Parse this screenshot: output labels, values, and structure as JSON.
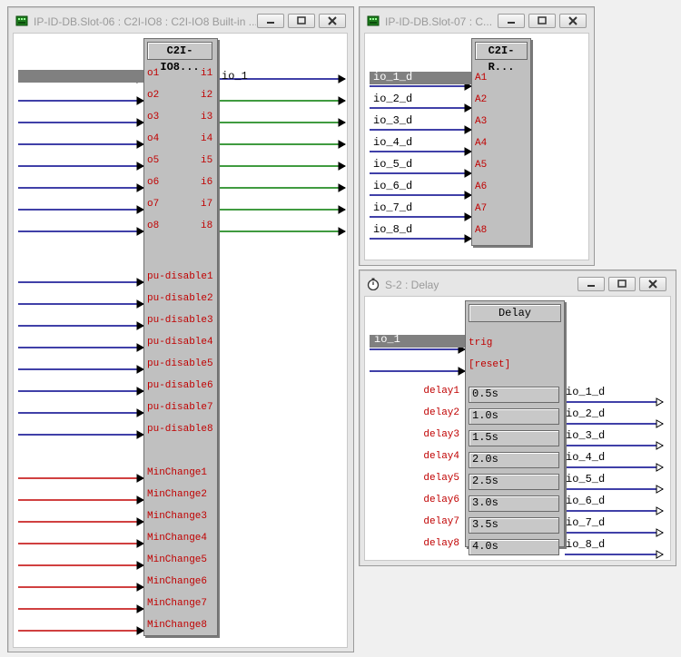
{
  "win1": {
    "title": "IP-ID-DB.Slot-06 : C2I-IO8 : C2I-IO8 Built-in ...",
    "block_title": "C2I-IO8...",
    "outputs_o": [
      "o1",
      "o2",
      "o3",
      "o4",
      "o5",
      "o6",
      "o7",
      "o8"
    ],
    "inputs_i": [
      "i1",
      "i2",
      "i3",
      "i4",
      "i5",
      "i6",
      "i7",
      "i8"
    ],
    "pu_disable": [
      "pu-disable1",
      "pu-disable2",
      "pu-disable3",
      "pu-disable4",
      "pu-disable5",
      "pu-disable6",
      "pu-disable7",
      "pu-disable8"
    ],
    "min_change": [
      "MinChange1",
      "MinChange2",
      "MinChange3",
      "MinChange4",
      "MinChange5",
      "MinChange6",
      "MinChange7",
      "MinChange8"
    ],
    "i1_wire_label": "io_1"
  },
  "win2": {
    "title": "IP-ID-DB.Slot-07 : C...",
    "block_title": "C2I-R...",
    "inputs": [
      "io_1_d",
      "io_2_d",
      "io_3_d",
      "io_4_d",
      "io_5_d",
      "io_6_d",
      "io_7_d",
      "io_8_d"
    ],
    "pins": [
      "A1",
      "A2",
      "A3",
      "A4",
      "A5",
      "A6",
      "A7",
      "A8"
    ]
  },
  "win3": {
    "title": "S-2 : Delay",
    "block_title": "Delay",
    "trig_label": "trig",
    "reset_label": "[reset]",
    "trig_input": "io_1",
    "delay_labels": [
      "delay1",
      "delay2",
      "delay3",
      "delay4",
      "delay5",
      "delay6",
      "delay7",
      "delay8"
    ],
    "delay_values": [
      "0.5s",
      "1.0s",
      "1.5s",
      "2.0s",
      "2.5s",
      "3.0s",
      "3.5s",
      "4.0s"
    ],
    "outputs": [
      "io_1_d",
      "io_2_d",
      "io_3_d",
      "io_4_d",
      "io_5_d",
      "io_6_d",
      "io_7_d",
      "io_8_d"
    ]
  },
  "colors": {
    "wire_blue": "#00008b",
    "wire_green": "#007a00",
    "wire_red": "#c00000",
    "pin_red": "#c00000"
  }
}
